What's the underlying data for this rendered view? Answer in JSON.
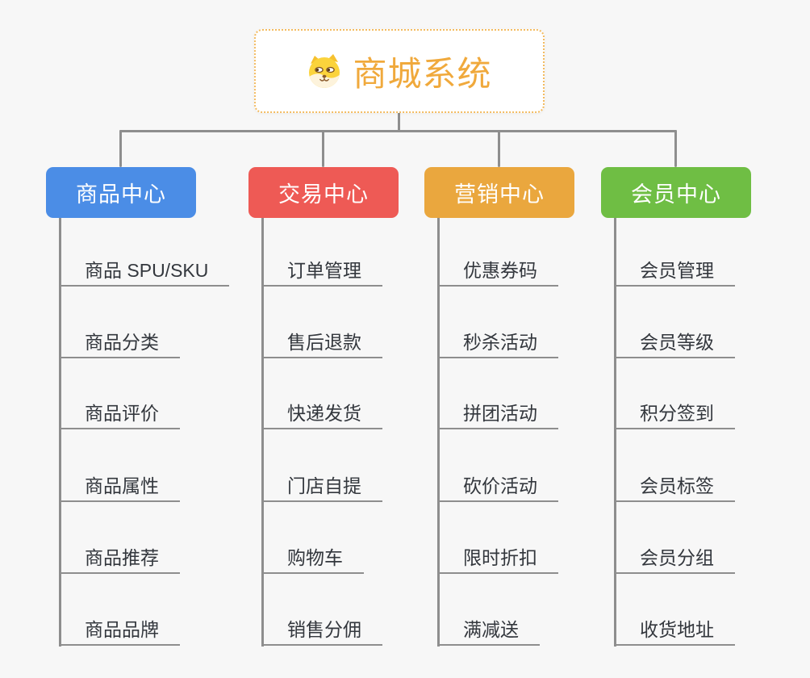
{
  "canvas": {
    "background": "#f7f7f7",
    "connector_color": "#8e8e8e"
  },
  "root": {
    "title": "商城系统",
    "icon": "shiba-dog-icon",
    "title_color": "#f0a93c",
    "border_color": "#f3bb60"
  },
  "branches": [
    {
      "label": "商品中心",
      "color": "#4b8de6",
      "children": [
        "商品 SPU/SKU",
        "商品分类",
        "商品评价",
        "商品属性",
        "商品推荐",
        "商品品牌"
      ]
    },
    {
      "label": "交易中心",
      "color": "#ee5a55",
      "children": [
        "订单管理",
        "售后退款",
        "快递发货",
        "门店自提",
        "购物车",
        "销售分佣"
      ]
    },
    {
      "label": "营销中心",
      "color": "#eaa73e",
      "children": [
        "优惠券码",
        "秒杀活动",
        "拼团活动",
        "砍价活动",
        "限时折扣",
        "满减送"
      ]
    },
    {
      "label": "会员中心",
      "color": "#6fbe44",
      "children": [
        "会员管理",
        "会员等级",
        "积分签到",
        "会员标签",
        "会员分组",
        "收货地址"
      ]
    }
  ]
}
